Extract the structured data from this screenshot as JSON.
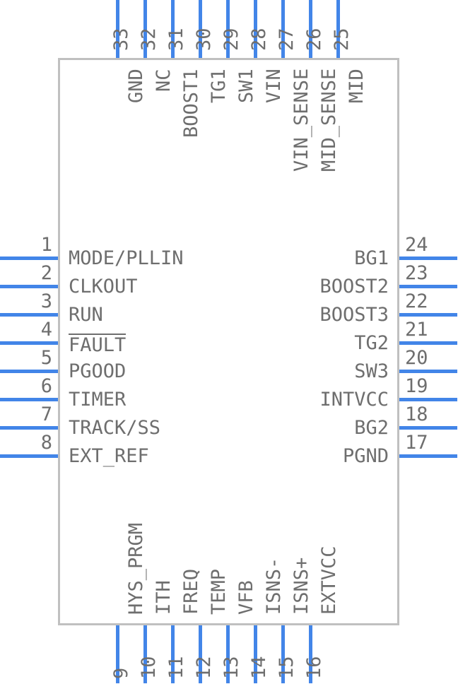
{
  "diagram": {
    "kind": "ic-pinout-symbol",
    "package_pin_count": 33,
    "colors": {
      "pin_lead": "#4285e8",
      "body_outline": "#c0c0c0",
      "text": "#6e6e6e",
      "background": "#ffffff"
    }
  },
  "pins": {
    "left": [
      {
        "number": "1",
        "label": "MODE/PLLIN",
        "overline": false
      },
      {
        "number": "2",
        "label": "CLKOUT",
        "overline": false
      },
      {
        "number": "3",
        "label": "RUN",
        "overline": false
      },
      {
        "number": "4",
        "label": "FAULT",
        "overline": true
      },
      {
        "number": "5",
        "label": "PGOOD",
        "overline": false
      },
      {
        "number": "6",
        "label": "TIMER",
        "overline": false
      },
      {
        "number": "7",
        "label": "TRACK/SS",
        "overline": false
      },
      {
        "number": "8",
        "label": "EXT_REF",
        "overline": false
      }
    ],
    "bottom": [
      {
        "number": "9",
        "label": "HYS_PRGM",
        "overline": false
      },
      {
        "number": "10",
        "label": "ITH",
        "overline": false
      },
      {
        "number": "11",
        "label": "FREQ",
        "overline": false
      },
      {
        "number": "12",
        "label": "TEMP",
        "overline": false
      },
      {
        "number": "13",
        "label": "VFB",
        "overline": false
      },
      {
        "number": "14",
        "label": "ISNS-",
        "overline": false
      },
      {
        "number": "15",
        "label": "ISNS+",
        "overline": false
      },
      {
        "number": "16",
        "label": "EXTVCC",
        "overline": false
      }
    ],
    "right": [
      {
        "number": "17",
        "label": "PGND",
        "overline": false
      },
      {
        "number": "18",
        "label": "BG2",
        "overline": false
      },
      {
        "number": "19",
        "label": "INTVCC",
        "overline": false
      },
      {
        "number": "20",
        "label": "SW3",
        "overline": false
      },
      {
        "number": "21",
        "label": "TG2",
        "overline": false
      },
      {
        "number": "22",
        "label": "BOOST3",
        "overline": false
      },
      {
        "number": "23",
        "label": "BOOST2",
        "overline": false
      },
      {
        "number": "24",
        "label": "BG1",
        "overline": false
      }
    ],
    "top": [
      {
        "number": "25",
        "label": "MID",
        "overline": false
      },
      {
        "number": "26",
        "label": "MID_SENSE",
        "overline": false
      },
      {
        "number": "27",
        "label": "VIN_SENSE",
        "overline": false
      },
      {
        "number": "28",
        "label": "VIN",
        "overline": false
      },
      {
        "number": "29",
        "label": "SW1",
        "overline": false
      },
      {
        "number": "30",
        "label": "TG1",
        "overline": false
      },
      {
        "number": "31",
        "label": "BOOST1",
        "overline": false
      },
      {
        "number": "32",
        "label": "NC",
        "overline": false
      },
      {
        "number": "33",
        "label": "GND",
        "overline": false
      }
    ]
  }
}
